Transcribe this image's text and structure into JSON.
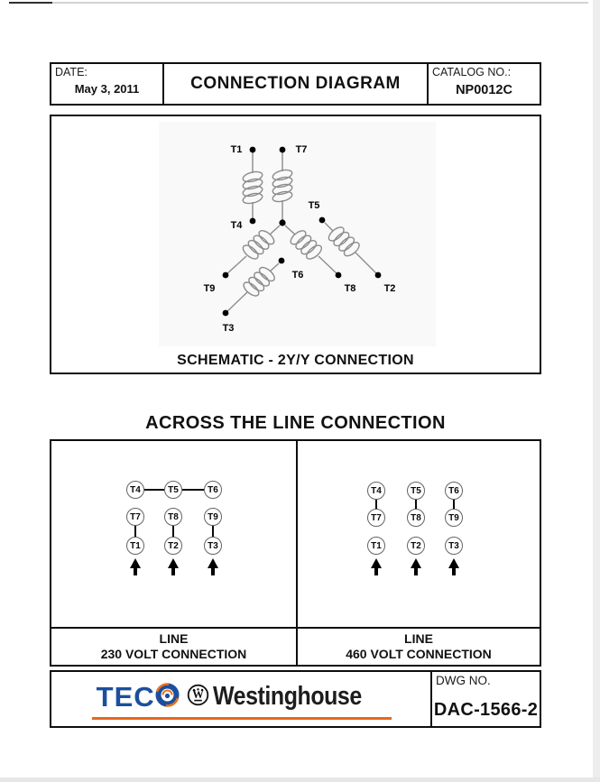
{
  "header": {
    "date_label": "DATE:",
    "date_value": "May 3, 2011",
    "title": "CONNECTION DIAGRAM",
    "catalog_label": "CATALOG NO.:",
    "catalog_value": "NP0012C"
  },
  "schematic": {
    "caption": "SCHEMATIC - 2Y/Y CONNECTION",
    "labels": {
      "t1": "T1",
      "t2": "T2",
      "t3": "T3",
      "t4": "T4",
      "t5": "T5",
      "t6": "T6",
      "t7": "T7",
      "t8": "T8",
      "t9": "T9"
    }
  },
  "across": {
    "heading": "ACROSS THE LINE CONNECTION",
    "boxes": [
      {
        "terminals": [
          "T4",
          "T5",
          "T6",
          "T7",
          "T8",
          "T9",
          "T1",
          "T2",
          "T3"
        ],
        "caption_line1": "LINE",
        "caption_line2": "230 VOLT CONNECTION"
      },
      {
        "terminals": [
          "T4",
          "T5",
          "T6",
          "T7",
          "T8",
          "T9",
          "T1",
          "T2",
          "T3"
        ],
        "caption_line1": "LINE",
        "caption_line2": "460 VOLT CONNECTION"
      }
    ]
  },
  "footer": {
    "teco_letters": "TEC",
    "teco_o_icon": "swirl-o",
    "westinghouse_w_icon": "circle-w",
    "westinghouse": "Westinghouse",
    "dwg_label": "DWG NO.",
    "dwg_value": "DAC-1566-2"
  },
  "colors": {
    "teco_blue": "#1b4f9e",
    "teco_orange": "#e8721c",
    "underline_orange": "#e8671c",
    "westinghouse_text": "#1d1d1d",
    "wire_gray": "#8c8c8c"
  }
}
